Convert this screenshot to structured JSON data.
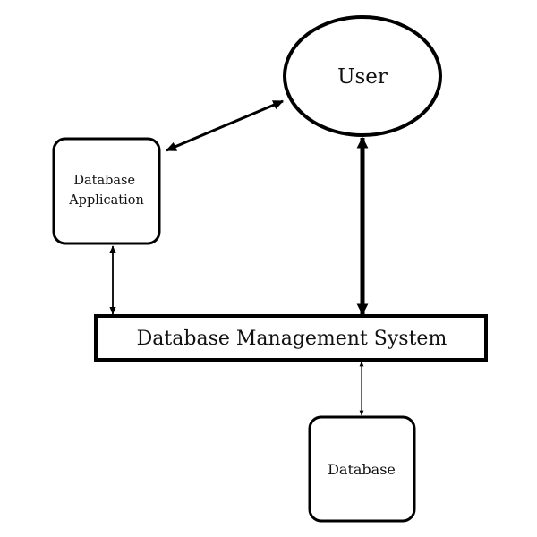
{
  "diagram": {
    "nodes": {
      "user": {
        "label": "User",
        "shape": "ellipse"
      },
      "database_application": {
        "label_lines": [
          "Database",
          "Application"
        ],
        "shape": "rounded-rectangle"
      },
      "dbms": {
        "label": "Database Management System",
        "shape": "rectangle"
      },
      "database": {
        "label": "Database",
        "shape": "rounded-rectangle"
      }
    },
    "edges": [
      {
        "from": "database_application",
        "to": "user",
        "direction": "bidirectional"
      },
      {
        "from": "user",
        "to": "dbms",
        "direction": "bidirectional"
      },
      {
        "from": "database_application",
        "to": "dbms",
        "direction": "bidirectional"
      },
      {
        "from": "dbms",
        "to": "database",
        "direction": "bidirectional"
      }
    ],
    "colors": {
      "stroke": "#000000",
      "background": "#ffffff"
    }
  }
}
